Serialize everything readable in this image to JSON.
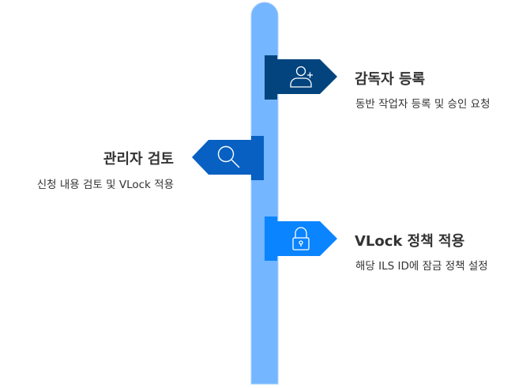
{
  "colors": {
    "pole": "#74b6ff",
    "step1": "#03447f",
    "step2": "#0860c2",
    "step3": "#0a84ff"
  },
  "steps": [
    {
      "title": "감독자 등록",
      "desc": "동반 작업자 등록 및 승인 요청",
      "icon": "user-plus-icon"
    },
    {
      "title": "관리자 검토",
      "desc": "신청 내용 검토 및 VLock 적용",
      "icon": "search-icon"
    },
    {
      "title": "VLock 정책 적용",
      "desc": "해당 ILS ID에 잠금 정책 설정",
      "icon": "lock-icon"
    }
  ]
}
